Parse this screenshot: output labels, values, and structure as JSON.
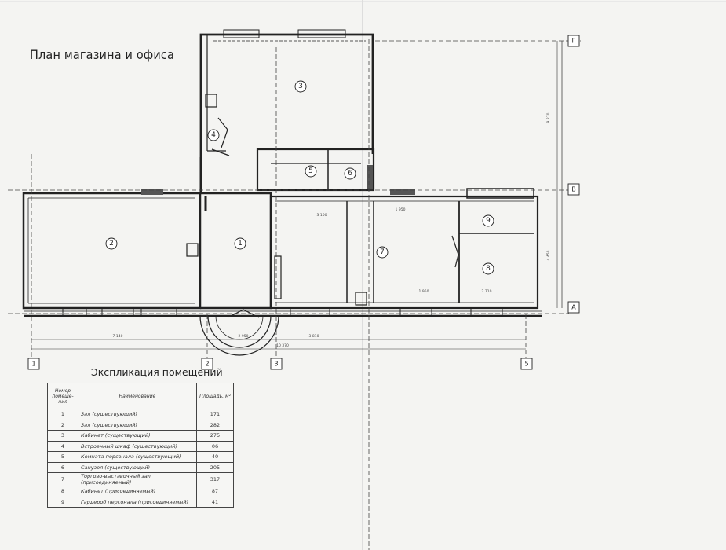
{
  "title": "План магазина и офиса",
  "explication_title": "Экспликация помещений",
  "table": {
    "headers": [
      "Номер помеще- ния",
      "Наименование",
      "Площадь, м²"
    ],
    "rows": [
      {
        "num": "1",
        "name": "Зал (существующий)",
        "area": "171"
      },
      {
        "num": "2",
        "name": "Зал (существующий)",
        "area": "282"
      },
      {
        "num": "3",
        "name": "Кабинет (существующий)",
        "area": "275"
      },
      {
        "num": "4",
        "name": "Встроенный шкаф (существующий)",
        "area": "06"
      },
      {
        "num": "5",
        "name": "Комната персонала (существующий)",
        "area": "40"
      },
      {
        "num": "6",
        "name": "Санузел (существующий)",
        "area": "205"
      },
      {
        "num": "7",
        "name": "Торгово-выставочный зал (присоединяемый)",
        "area": "317"
      },
      {
        "num": "8",
        "name": "Кабинет (присоединяемый)",
        "area": "87"
      },
      {
        "num": "9",
        "name": "Гардероб персонала (присоединяемый)",
        "area": "41"
      }
    ]
  },
  "room_labels": [
    "1",
    "2",
    "3",
    "4",
    "5",
    "6",
    "7",
    "8",
    "9"
  ],
  "axis_labels": {
    "a1": "1",
    "a2": "2",
    "a3": "3",
    "a5": "5",
    "aA": "A",
    "aB": "B",
    "aG": "Г"
  }
}
